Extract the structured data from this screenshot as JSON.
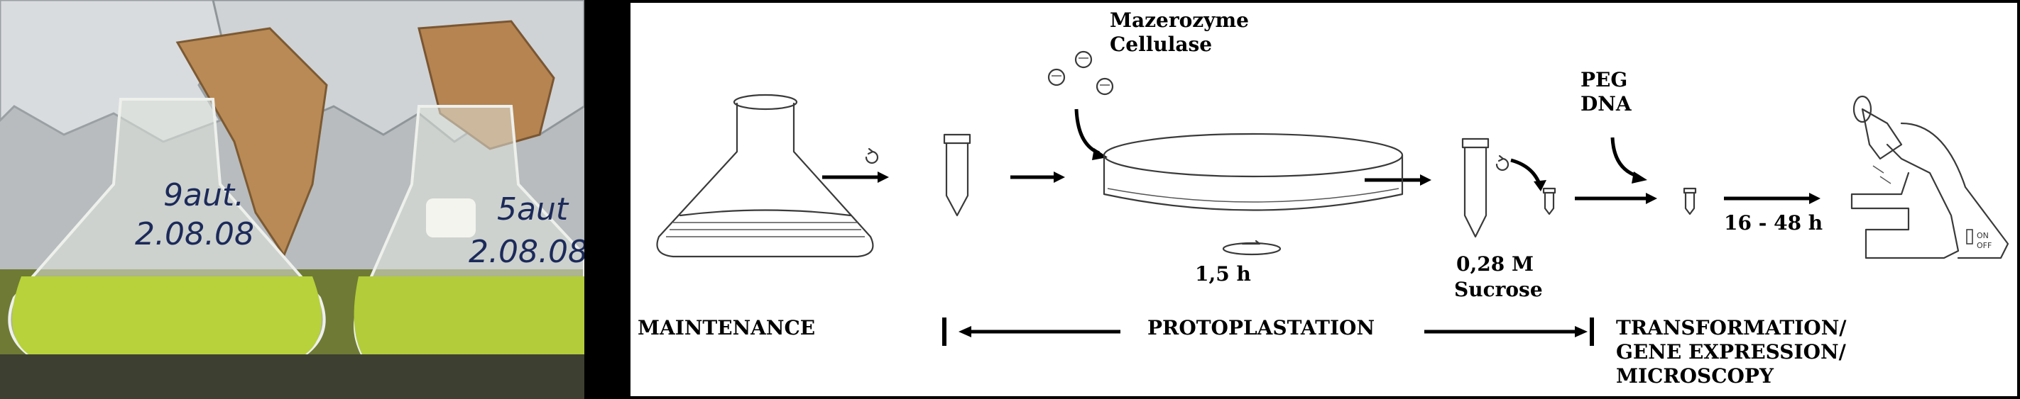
{
  "photo": {
    "flask_left_label": "9aut.",
    "flask_left_date": "2.08.08",
    "flask_right_label": "5aut",
    "flask_right_date": "2.08.08"
  },
  "diagram": {
    "enzymes": [
      "Mazerozyme",
      "Cellulase"
    ],
    "incubation_time": "1,5 h",
    "sucrose": [
      "0,28 M",
      "Sucrose"
    ],
    "transformation_reagents": [
      "PEG",
      "DNA"
    ],
    "culture_time": "16 - 48 h",
    "stage_maintenance": "MAINTENANCE",
    "stage_protoplastation": "PROTOPLASTATION",
    "stage_transformation": [
      "TRANSFORMATION/",
      "GENE EXPRESSION/",
      "MICROSCOPY"
    ],
    "microscope_switch": [
      "ON",
      "OFF"
    ]
  }
}
